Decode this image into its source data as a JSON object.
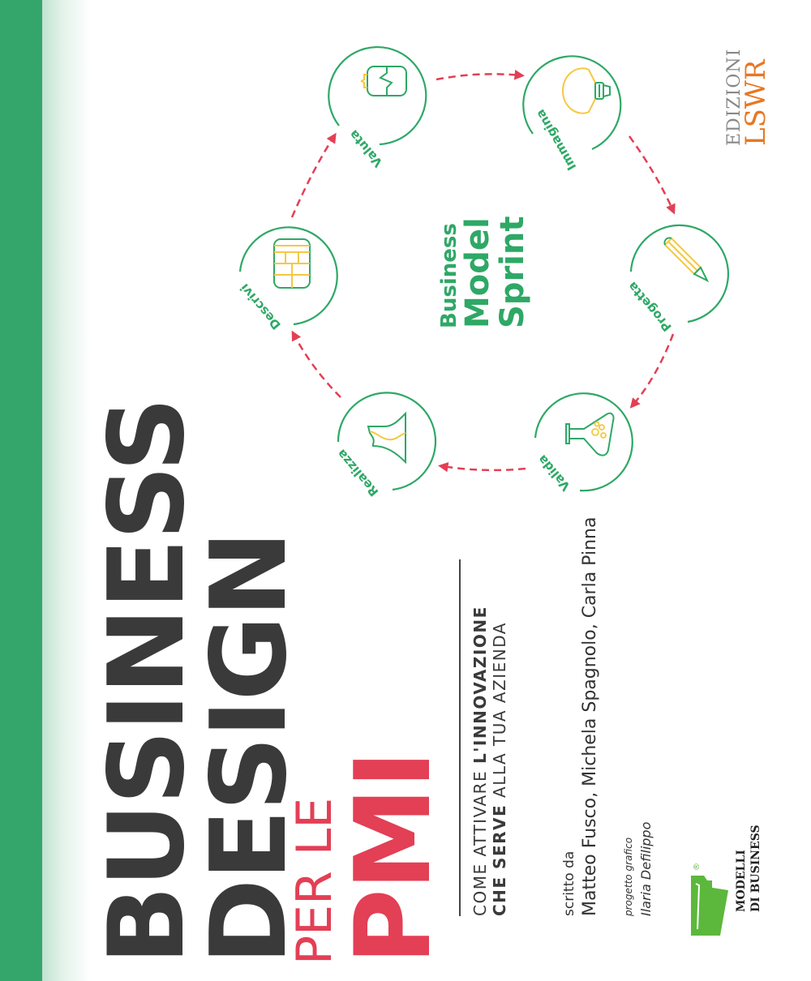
{
  "cover": {
    "title": {
      "line1": "BUSINESS",
      "line2": "DESIGN",
      "line3": "PER LE",
      "line4": "PMI"
    },
    "subtitle": {
      "line1_regular": "COME ATTIVARE ",
      "line1_bold": "L'INNOVAZIONE",
      "line2_bold": "CHE SERVE",
      "line2_regular": " ALLA TUA AZIENDA"
    },
    "authors": {
      "label": "scritto da",
      "names": "Matteo Fusco, Michela Spagnolo, Carla Pinna"
    },
    "design_credit": {
      "label": "progetto grafico",
      "name": "Ilaria Defilippo"
    },
    "publisher": {
      "line1": "EDIZIONI",
      "line2": "LSWR"
    },
    "series": {
      "line1": "MODELLI",
      "line2": "DI BUSINESS",
      "mark": "®"
    }
  },
  "diagram": {
    "center_label": {
      "line1": "Business",
      "line2": "Model",
      "line3": "Sprint"
    },
    "steps": [
      {
        "label": "Valuta",
        "icon": "battery-pulse-icon"
      },
      {
        "label": "Immagina",
        "icon": "lightbulb-icon"
      },
      {
        "label": "Progetta",
        "icon": "pencil-icon"
      },
      {
        "label": "Valida",
        "icon": "flask-icon"
      },
      {
        "label": "Realizza",
        "icon": "vase-icon"
      },
      {
        "label": "Descrivi",
        "icon": "canvas-grid-icon"
      }
    ]
  },
  "colors": {
    "spine_green": "#34a66b",
    "circle_green": "#2ea866",
    "arrow_red": "#e33f55",
    "icon_yellow": "#f5c842",
    "title_dark": "#3a3a3a",
    "title_red": "#e33f55",
    "publisher_orange": "#e87722",
    "series_green": "#5cb83c"
  }
}
